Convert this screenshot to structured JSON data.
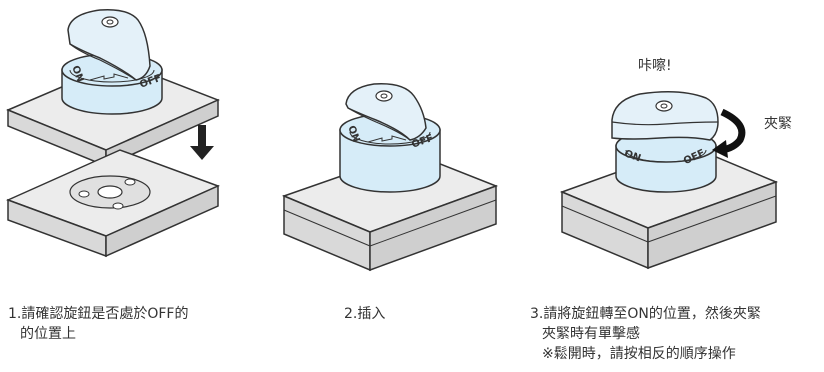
{
  "steps": [
    {
      "caption_line1": "1.請確認旋鈕是否處於OFF的",
      "caption_line2": "的位置上"
    },
    {
      "caption_line1": "2.插入"
    },
    {
      "caption_line1": "3.請將旋鈕轉至ON的位置，然後夾緊",
      "caption_line2": "夾緊時有單擊感",
      "caption_line3": "※鬆開時，請按相反的順序操作"
    }
  ],
  "annotations": {
    "click_sound": "咔嚓!",
    "clamp": "夾緊"
  },
  "dial_labels": {
    "on": "ON",
    "off": "OFF"
  },
  "colors": {
    "block_top": "#ececec",
    "block_side": "#d9d9d9",
    "knob_body": "#d6ecf8",
    "knob_cap": "#e4f1f9",
    "outline": "#333333"
  }
}
